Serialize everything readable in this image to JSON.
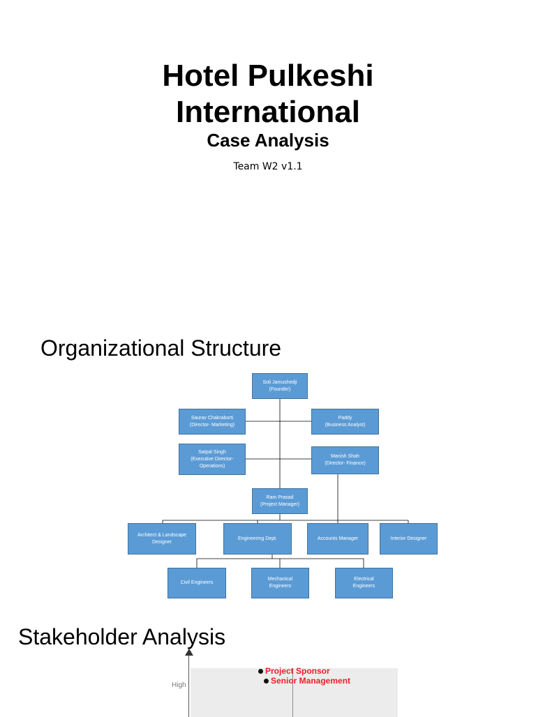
{
  "slide1": {
    "title_line1": "Hotel Pulkeshi",
    "title_line2": "International",
    "subtitle": "Case Analysis",
    "version": "Team W2 v1.1"
  },
  "slide2": {
    "heading": "Organizational Structure",
    "org": {
      "founder": "Soli Jamushedji\n(Founder)",
      "marketing": "Saurav Chakraborti\n(Director- Marketing)",
      "analyst": "Paddy\n(Business Analyst)",
      "operations": "Satpal Singh\n(Executive Director-\nOperations)",
      "finance": "Manish Shah\n(Director- Finance)",
      "pm": "Ram Prasad\n(Project Manager)",
      "architect": "Architect & Landscape\nDesigner",
      "engineering": "Engineering Dept.",
      "accounts": "Accounts Manager",
      "interior": "Interior Designer",
      "civil": "Civil Engineers",
      "mechanical": "Mechanical\nEngineers",
      "electrical": "Electrical\nEngineers"
    },
    "colors": {
      "box_fill": "#5b9bd5",
      "box_border": "#41719c"
    }
  },
  "slide3": {
    "heading": "Stakeholder Analysis",
    "y_axis_label": "High",
    "stakeholders": [
      {
        "label": "Project Sponsor"
      },
      {
        "label": "Senior Management"
      }
    ],
    "colors": {
      "label": "#e8202a"
    }
  }
}
